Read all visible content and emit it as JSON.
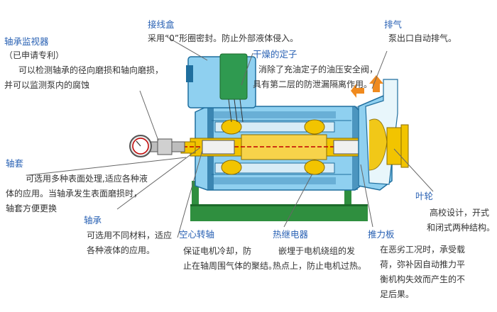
{
  "colors": {
    "title_blue": "#2a62b4",
    "casing": "#8fd0f0",
    "casing_stroke": "#1f6e9e",
    "motor_green": "#2f9a50",
    "base_green": "#2f8f3f",
    "shaft_yellow": "#f2c400",
    "vent_orange": "#f08a1e"
  },
  "annotations": {
    "junction_box": {
      "title": "接线盒",
      "lines": [
        "采用“0”形圈密封。防止外部液体侵入。"
      ]
    },
    "vent": {
      "title": "排气",
      "lines": [
        "泵出口自动排气。"
      ]
    },
    "bearing_monitor": {
      "title": "轴承监视器",
      "lines": [
        "（已申请专利）",
        "可以检测轴承的径向磨损和轴向磨损，",
        "并可以监测泵内的腐蚀"
      ]
    },
    "dry_stator": {
      "title": "干燥的定子",
      "lines": [
        "消除了充油定子的油压安全阀，",
        "具有第二层的防泄漏隔离作用。"
      ]
    },
    "sleeve": {
      "title": "轴套",
      "lines": [
        "可选用多种表面处理,适应各种液",
        "体的应用。当轴承发生表面磨损时，",
        "轴套方便更换"
      ]
    },
    "impeller": {
      "title": "叶轮",
      "lines": [
        "高校设计，开式",
        "和闭式两种结构。"
      ]
    },
    "bearing": {
      "title": "轴承",
      "lines": [
        "可选用不同材料，适应",
        "各种液体的应用。"
      ]
    },
    "hollow_shaft": {
      "title": "空心转轴",
      "lines": [
        "保证电机冷却，防",
        "止在轴周围气体的聚结。"
      ]
    },
    "thermal_relay": {
      "title": "热继电器",
      "lines": [
        "嵌埋于电机绕组的发",
        "热点上，防止电机过热。"
      ]
    },
    "thrust_plate": {
      "title": "推力板",
      "lines": [
        "在恶劣工况时，承受载",
        "荷，弥补因自动推力平",
        "衡机构失效而产生的不",
        "足后果。"
      ]
    }
  }
}
